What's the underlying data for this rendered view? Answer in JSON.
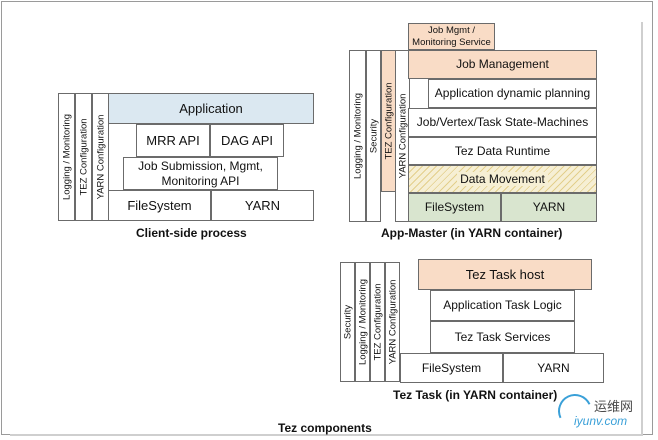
{
  "diagram_title": "Tez components",
  "client": {
    "caption": "Client-side process",
    "vertical": [
      "Logging / Monitoring",
      "TEZ Configuration",
      "YARN Configuration"
    ],
    "application": "Application",
    "mrr_api": "MRR API",
    "dag_api": "DAG API",
    "job_submission": "Job Submission, Mgmt, Monitoring API",
    "filesystem": "FileSystem",
    "yarn": "YARN"
  },
  "appmaster": {
    "caption": "App-Master (in YARN container)",
    "vertical": [
      "Logging / Monitoring",
      "Security",
      "TEZ Configuration",
      "YARN Configuration"
    ],
    "job_mgmt_service": "Job Mgmt / Monitoring Service",
    "job_management": "Job Management",
    "dynamic_planning": "Application dynamic planning",
    "state_machines": "Job/Vertex/Task State-Machines",
    "data_runtime": "Tez Data Runtime",
    "data_movement": "Data Movement",
    "filesystem": "FileSystem",
    "yarn": "YARN",
    "colors": {
      "orange": "#f9dcc6",
      "green": "#d9e5cf",
      "hatch": "#e3cf8c"
    }
  },
  "task": {
    "caption": "Tez Task (in YARN container)",
    "vertical": [
      "Security",
      "Logging / Monitoring",
      "TEZ Configuration",
      "YARN Configuration"
    ],
    "task_host": "Tez Task host",
    "app_task_logic": "Application Task Logic",
    "task_services": "Tez Task Services",
    "filesystem": "FileSystem",
    "yarn": "YARN"
  },
  "watermark": {
    "cn": "运维网",
    "en": "iyunv.com"
  }
}
